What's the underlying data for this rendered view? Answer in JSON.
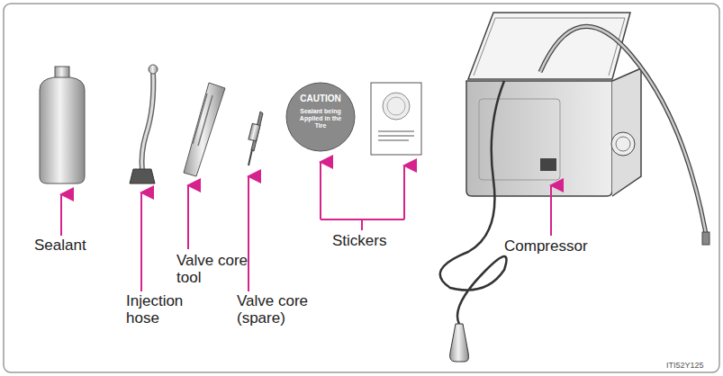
{
  "diagram": {
    "labels": [
      "Sealant",
      "Injection hose",
      "Valve core tool",
      "Valve core (spare)",
      "CAUTION",
      "Sealant being Applied in the Tire",
      "Stickers",
      "Compressor",
      "ITI52Y125"
    ]
  }
}
